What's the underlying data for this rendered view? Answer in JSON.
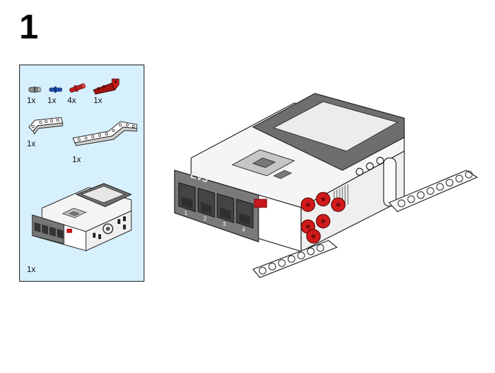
{
  "step": {
    "number": "1"
  },
  "parts_list": {
    "items": [
      {
        "name": "grey connector",
        "quantity": "1x",
        "color": "#8a8a8a"
      },
      {
        "name": "blue axle pin",
        "quantity": "1x",
        "color": "#1f4fb3"
      },
      {
        "name": "red axle pin",
        "quantity": "4x",
        "color": "#c41e1e"
      },
      {
        "name": "red angled beam",
        "quantity": "1x",
        "color": "#d11a1a"
      },
      {
        "name": "white bent beam small",
        "quantity": "1x",
        "color": "#ffffff"
      },
      {
        "name": "white bent beam long",
        "quantity": "1x",
        "color": "#ffffff"
      },
      {
        "name": "EV3 intelligent brick",
        "quantity": "1x",
        "color": "#e6e6e6"
      }
    ]
  },
  "brick": {
    "logo_text": "EV3",
    "port_labels": [
      "1",
      "2",
      "3",
      "4"
    ],
    "screen_color": "#e8e8e8",
    "body_color": "#f2f2f2",
    "frame_color": "#707070",
    "accent_color": "#c8161d"
  }
}
